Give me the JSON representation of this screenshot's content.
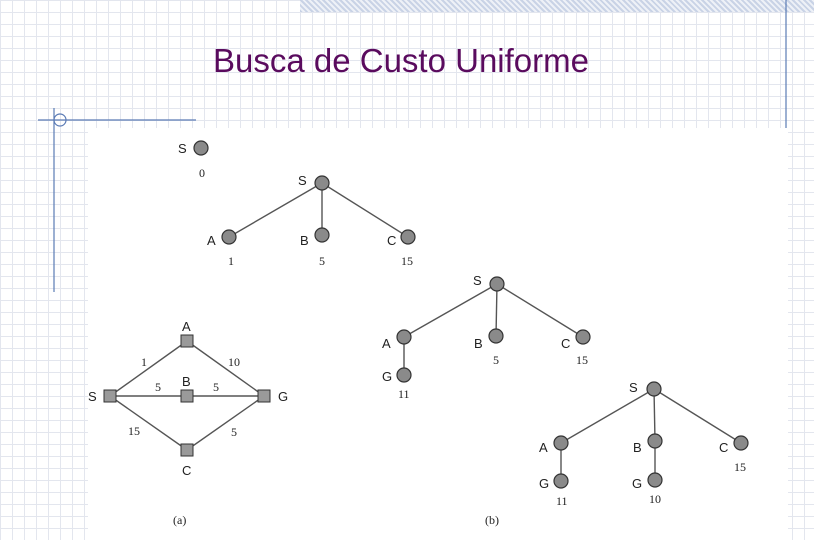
{
  "slide": {
    "title": "Busca de Custo Uniforme"
  },
  "graph_a": {
    "caption": "(a)",
    "nodes": [
      {
        "id": "S",
        "label": "S"
      },
      {
        "id": "A",
        "label": "A"
      },
      {
        "id": "B",
        "label": "B"
      },
      {
        "id": "C",
        "label": "C"
      },
      {
        "id": "G",
        "label": "G"
      }
    ],
    "edges": [
      {
        "from": "S",
        "to": "A",
        "cost": "1"
      },
      {
        "from": "A",
        "to": "G",
        "cost": "10"
      },
      {
        "from": "S",
        "to": "B",
        "cost": "5"
      },
      {
        "from": "B",
        "to": "G",
        "cost": "5"
      },
      {
        "from": "S",
        "to": "C",
        "cost": "15"
      },
      {
        "from": "C",
        "to": "G",
        "cost": "5"
      }
    ]
  },
  "trees_b": {
    "caption": "(b)",
    "step1": {
      "S": {
        "label": "S",
        "cost": "0"
      }
    },
    "step2": {
      "S": {
        "label": "S"
      },
      "A": {
        "label": "A",
        "cost": "1"
      },
      "B": {
        "label": "B",
        "cost": "5"
      },
      "C": {
        "label": "C",
        "cost": "15"
      }
    },
    "step3": {
      "S": {
        "label": "S"
      },
      "A": {
        "label": "A"
      },
      "B": {
        "label": "B",
        "cost": "5"
      },
      "C": {
        "label": "C",
        "cost": "15"
      },
      "G": {
        "label": "G",
        "cost": "11"
      }
    },
    "step4": {
      "S": {
        "label": "S"
      },
      "A": {
        "label": "A"
      },
      "B": {
        "label": "B"
      },
      "C": {
        "label": "C",
        "cost": "15"
      },
      "GA": {
        "label": "G",
        "cost": "11"
      },
      "GB": {
        "label": "G",
        "cost": "10"
      }
    }
  },
  "colors": {
    "title": "#5a0b5e",
    "node_fill": "#8a8a8a",
    "node_stroke": "#333333",
    "edge": "#555555",
    "accent_line": "#5b7bb5"
  }
}
